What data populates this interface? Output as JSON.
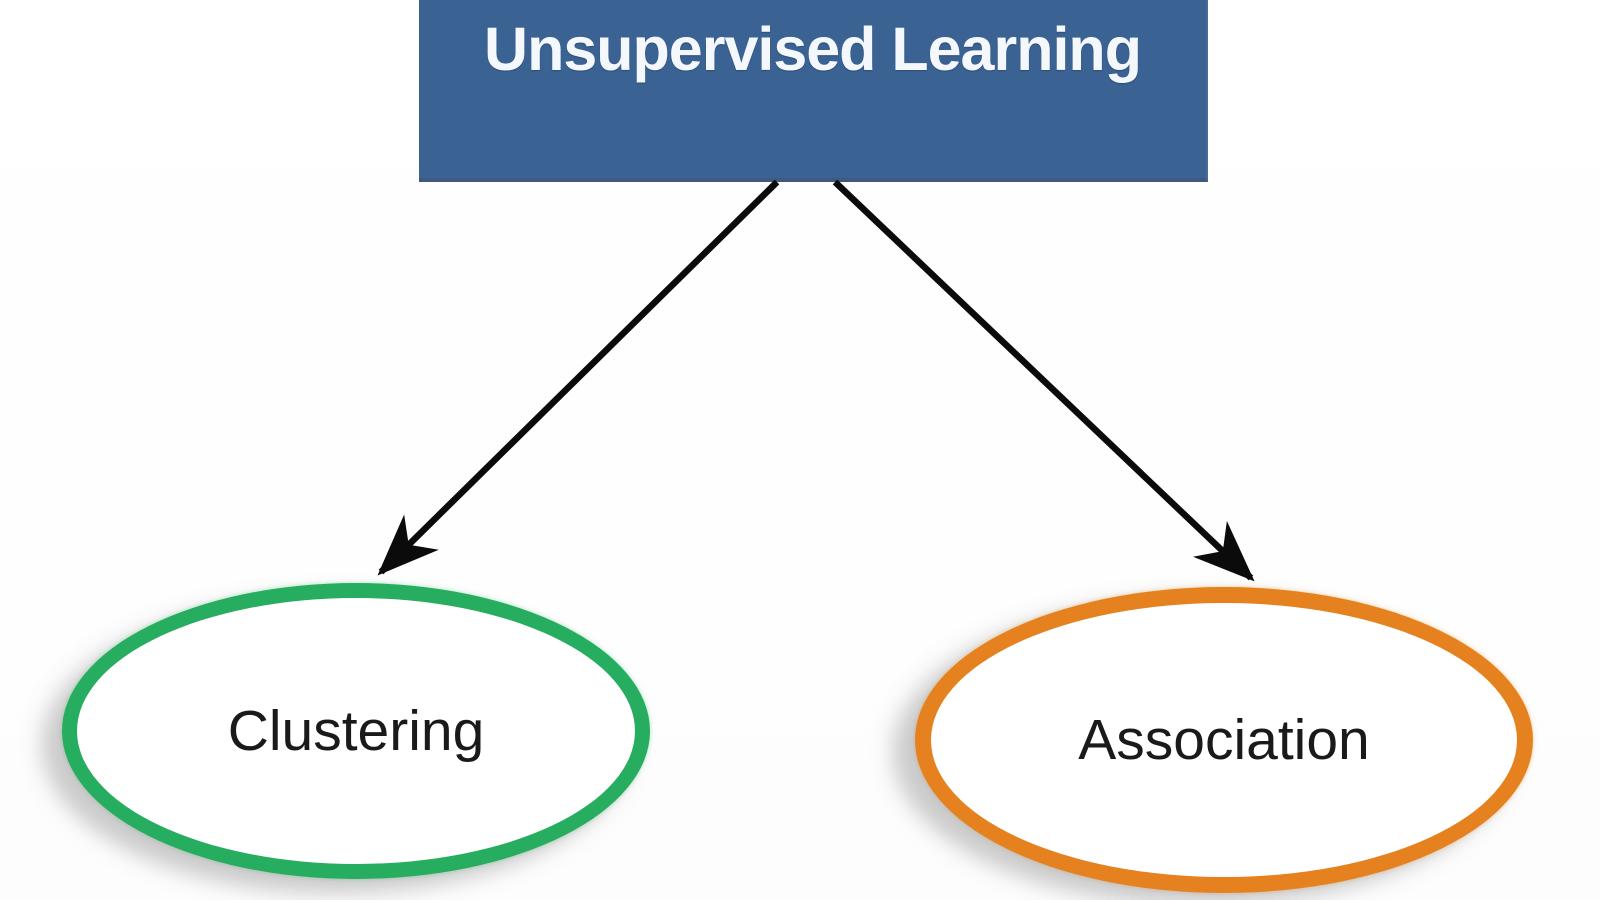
{
  "diagram": {
    "type": "tree",
    "root": {
      "label": "Unsupervised Learning",
      "shape": "rectangle",
      "bg_color": "#3a6292",
      "text_color": "#f4f8fd"
    },
    "nodes": [
      {
        "id": "clustering",
        "label": "Clustering",
        "shape": "ellipse",
        "border_color": "#27ad5f",
        "fill_color": "#ffffff",
        "text_color": "#1a1a1a"
      },
      {
        "id": "association",
        "label": "Association",
        "shape": "ellipse",
        "border_color": "#e5821f",
        "fill_color": "#ffffff",
        "text_color": "#1a1a1a"
      }
    ],
    "edges": [
      {
        "from": "Unsupervised Learning",
        "to": "Clustering",
        "style": "arrow",
        "color": "#0b0b0b"
      },
      {
        "from": "Unsupervised Learning",
        "to": "Association",
        "style": "arrow",
        "color": "#0b0b0b"
      }
    ]
  }
}
